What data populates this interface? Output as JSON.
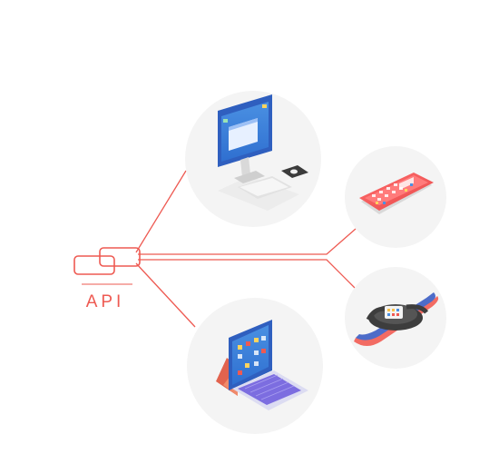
{
  "diagram": {
    "api_label": "API",
    "accent_color": "#ee5a52",
    "background_color": "#ffffff",
    "circle_color": "#f4f4f4",
    "nodes": [
      {
        "id": "desktop",
        "icon": "desktop-computer-icon"
      },
      {
        "id": "phone",
        "icon": "smartphone-icon"
      },
      {
        "id": "watch",
        "icon": "smartwatch-icon"
      },
      {
        "id": "tablet",
        "icon": "tablet-keyboard-icon"
      }
    ]
  }
}
